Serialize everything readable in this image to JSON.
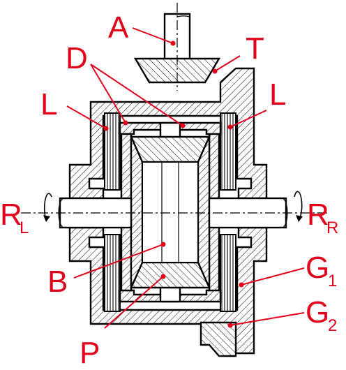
{
  "labels": {
    "A": "A",
    "T": "T",
    "D": "D",
    "L_left": "L",
    "L_right": "L",
    "R_left": "R",
    "R_left_sub": "L",
    "R_right": "R",
    "R_right_sub": "R",
    "G1": "G",
    "G1_sub": "1",
    "G2": "G",
    "G2_sub": "2",
    "B": "B",
    "P": "P"
  },
  "colors": {
    "label": "#e3001b",
    "line": "#000000",
    "background": "#ffffff"
  }
}
